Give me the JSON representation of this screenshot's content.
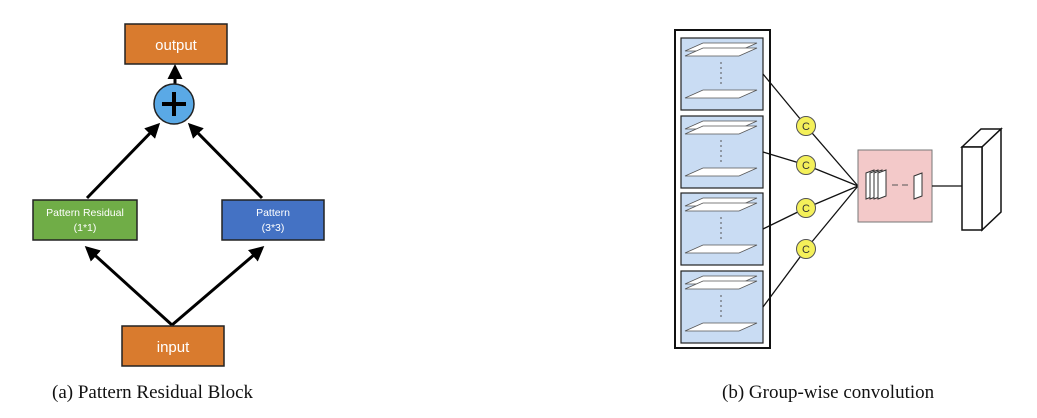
{
  "panel_a": {
    "output_label": "output",
    "plus_symbol": "+",
    "pattern_residual_label": "Pattern Residual",
    "pattern_residual_kernel": "(1*1)",
    "pattern_label": "Pattern",
    "pattern_kernel": "(3*3)",
    "input_label": "input",
    "caption": "(a)  Pattern Residual Block"
  },
  "panel_b": {
    "concat_symbol": "C",
    "groups": 4,
    "caption": "(b)  Group-wise convolution"
  },
  "colors": {
    "orange": "#d97b2e",
    "green": "#70ad47",
    "blue": "#4472c4",
    "plus_circle": "#5aa9e6",
    "group_bg": "#c9dcf3",
    "concat_yellow": "#f4f05a",
    "conv_pink": "#f3c9c9"
  }
}
